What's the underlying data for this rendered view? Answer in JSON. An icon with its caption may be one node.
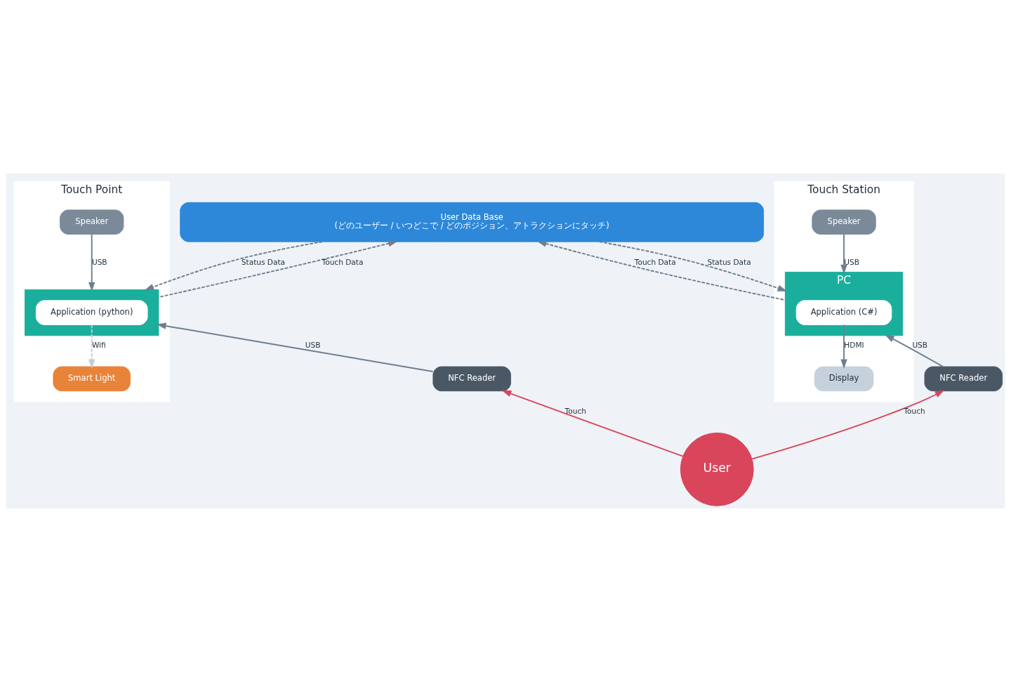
{
  "diagram": {
    "nodes": [
      {
        "text": [
          "User Data Base",
          "(どのユーザー / いつどこで / どのポジション、アトラクションにタッチ)"
        ]
      },
      {
        "text": [
          "Touch Station"
        ]
      },
      {
        "text": [
          "PC"
        ],
        "in": 1
      },
      {
        "text": [
          "Application (C#)"
        ],
        "in": 2
      },
      {
        "text": [
          "Speaker"
        ],
        "in": 1
      },
      {
        "text": [
          "Display"
        ],
        "in": 1
      },
      {
        "text": [
          "NFC Reader"
        ]
      },
      {
        "text": [
          "Touch Point"
        ]
      },
      {
        "text": [],
        "shape": "box",
        "in": 7
      },
      {
        "text": [
          "Application (python)"
        ],
        "in": 8
      },
      {
        "text": [
          "Speaker"
        ],
        "in": 7
      },
      {
        "text": [
          "Smart Light"
        ],
        "in": 7
      },
      {
        "text": [
          "NFC Reader"
        ]
      },
      {
        "text": [
          "User"
        ]
      }
    ],
    "edges": [
      {
        "from": 8,
        "to": 0,
        "arrow": "to",
        "label": "Touch Data",
        "style": "dashed"
      },
      {
        "from": 0,
        "to": 8,
        "arrow": "to",
        "label": "Status Data",
        "style": "dashed"
      },
      {
        "from": 2,
        "to": 0,
        "arrow": "to",
        "label": "Touch Data",
        "style": "dashed"
      },
      {
        "from": 0,
        "to": 2,
        "arrow": "to",
        "label": "Status Data",
        "style": "dashed"
      },
      {
        "from": 4,
        "to": 2,
        "arrow": "to",
        "label": "USB"
      },
      {
        "from": 6,
        "to": 2,
        "arrow": "to",
        "label": "USB"
      },
      {
        "from": 3,
        "to": 5,
        "arrow": "to",
        "label": "HDMI"
      },
      {
        "from": 13,
        "to": 6,
        "arrow": "to",
        "label": "Touch",
        "color": "#d9455b"
      },
      {
        "from": 13,
        "to": 12,
        "arrow": "to",
        "label": "Touch",
        "color": "#d9455b"
      },
      {
        "from": 12,
        "to": 8,
        "arrow": "to",
        "label": "USB"
      },
      {
        "from": 10,
        "to": 8,
        "arrow": "to",
        "label": "USB"
      },
      {
        "from": 9,
        "to": 11,
        "arrow": "to",
        "label": "Wifi",
        "style": "dashed",
        "color": "#c3ccd6"
      }
    ]
  }
}
